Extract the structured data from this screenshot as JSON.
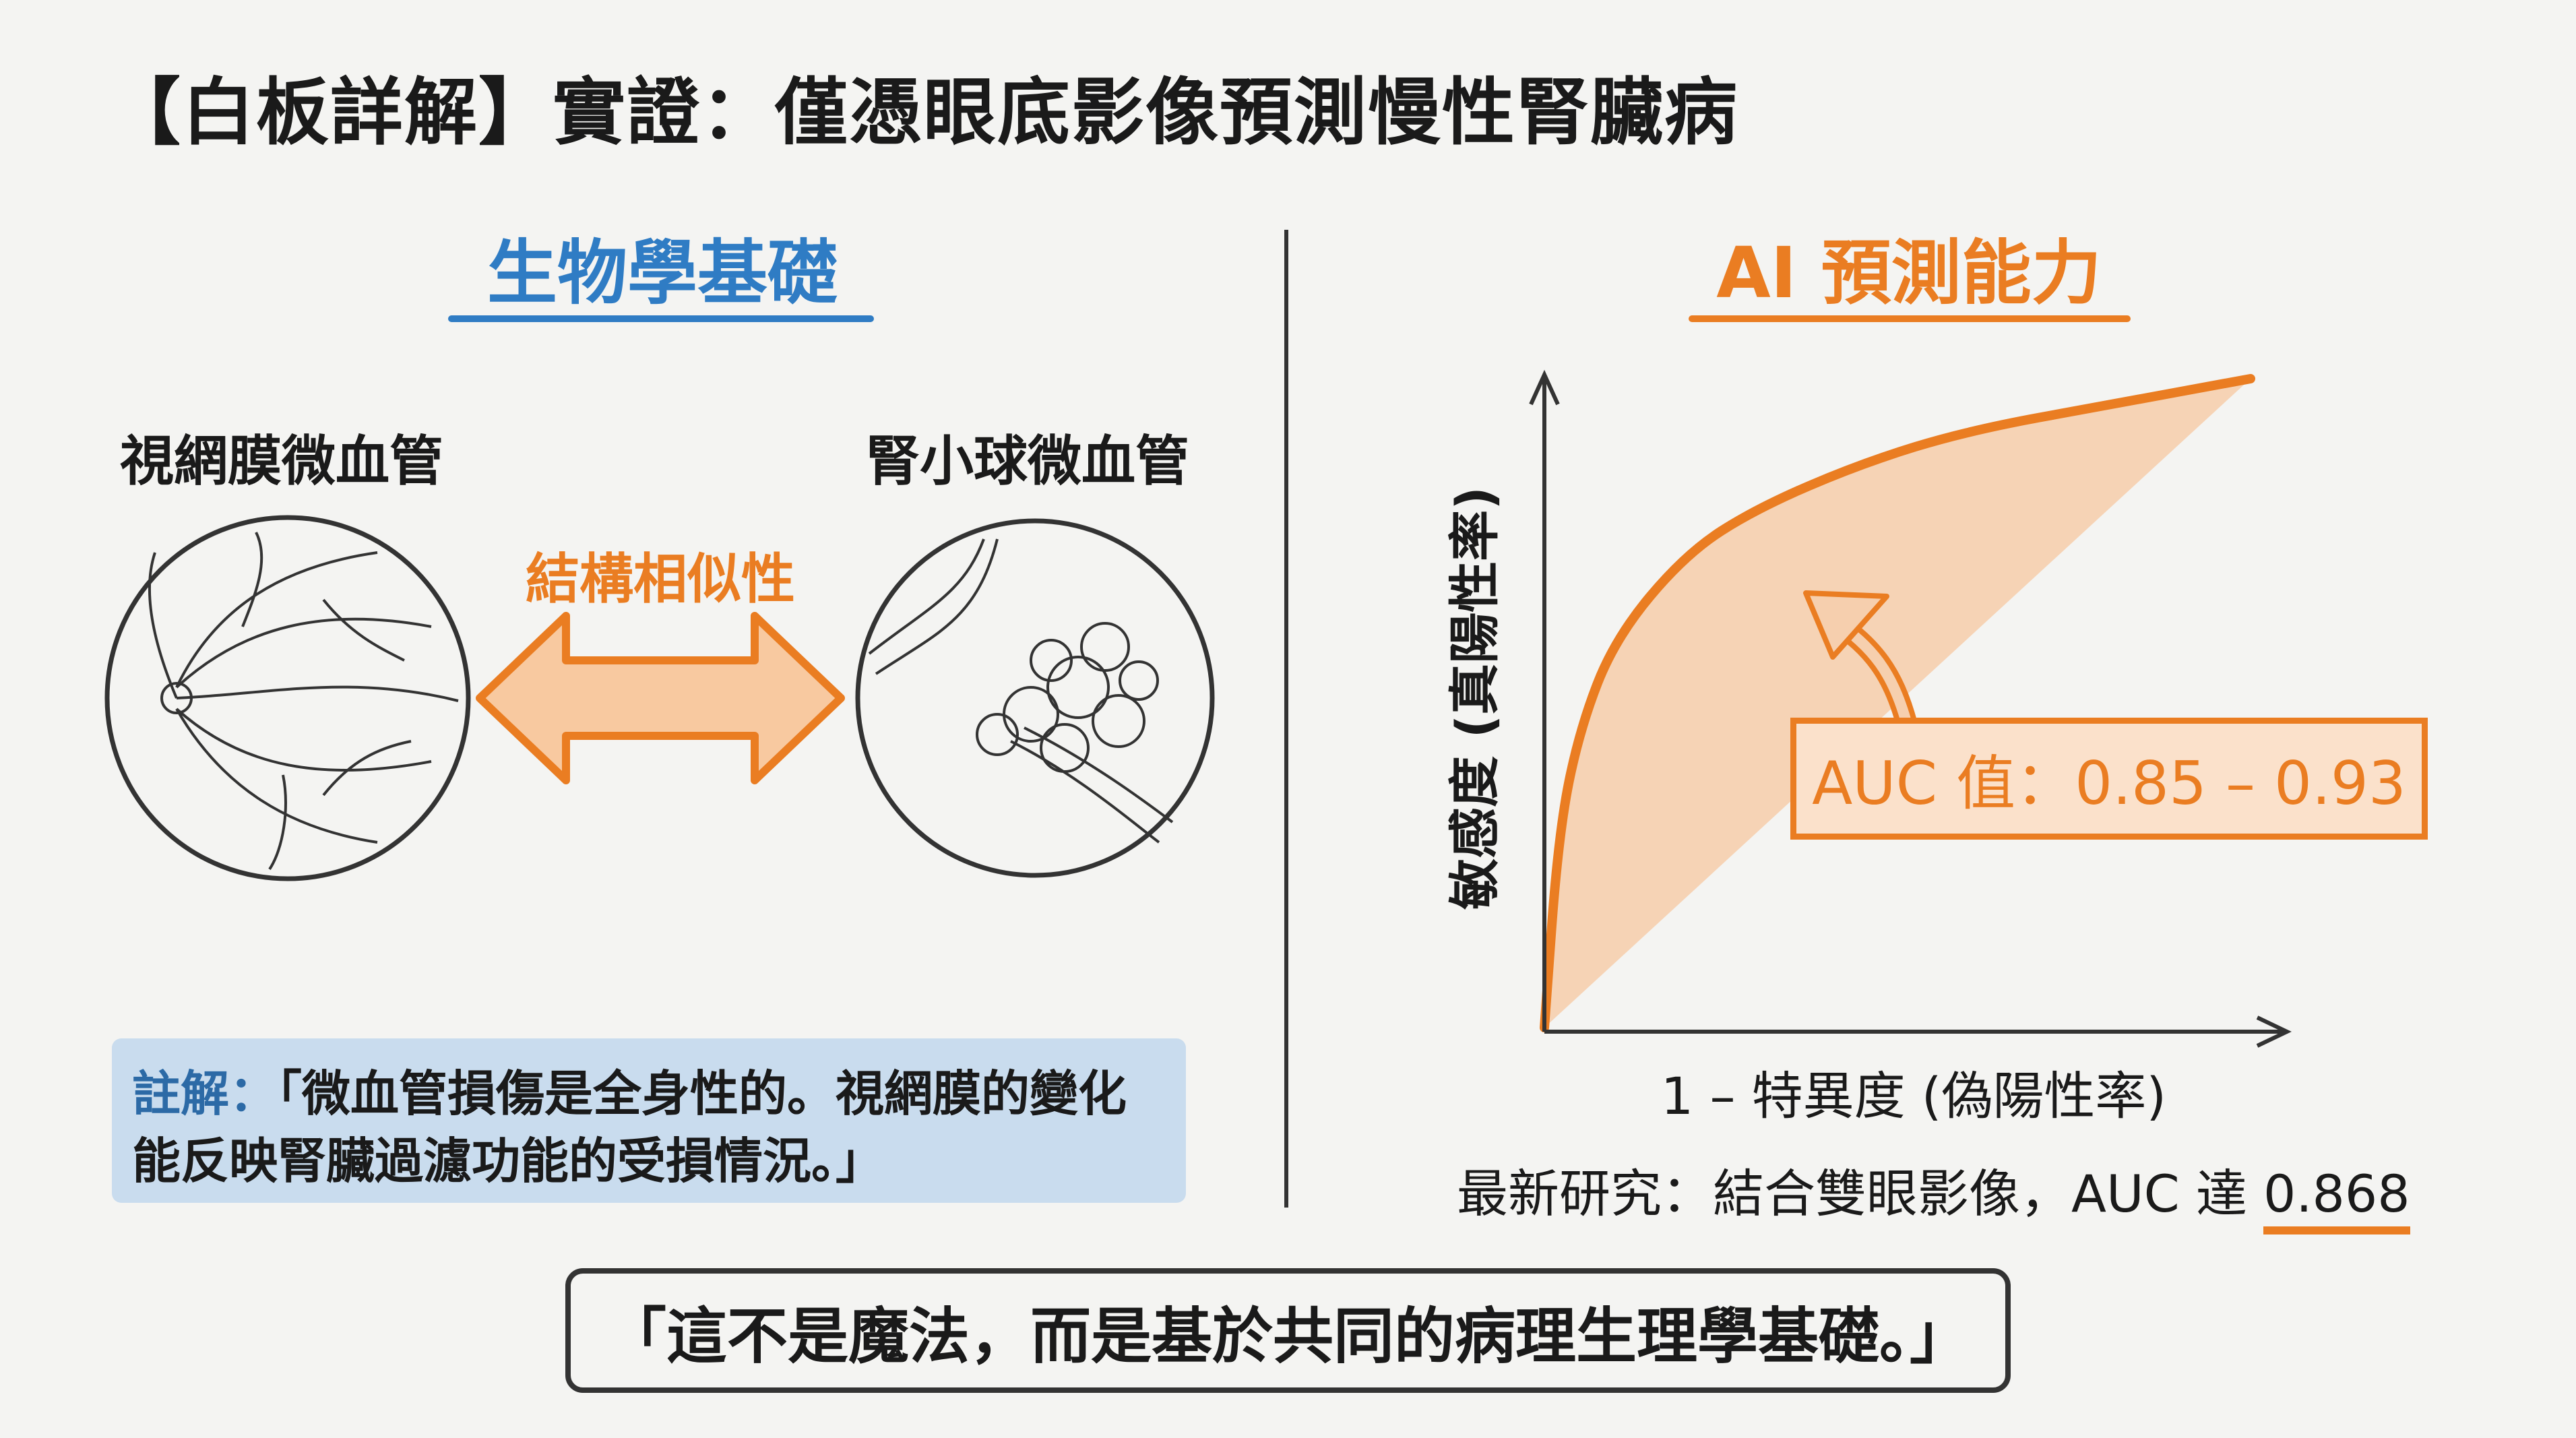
{
  "title": "【白板詳解】實證：僅憑眼底影像預測慢性腎臟病",
  "left": {
    "heading": "生物學基礎",
    "retina_label": "視網膜微血管",
    "glomerulus_label": "腎小球微血管",
    "similarity_label": "結構相似性",
    "note_key": "註解：",
    "note_text": "「微血管損傷是全身性的。視網膜的變化能反映腎臟過濾功能的受損情況。」"
  },
  "right": {
    "heading": "AI 預測能力",
    "study_text": "最新研究：結合雙眼影像，AUC 達 ",
    "study_value": "0.868"
  },
  "quote": "「這不是魔法，而是基於共同的病理生理學基礎。」",
  "colors": {
    "blue": "#2f7cc4",
    "orange": "#ea7d22",
    "note_bg": "#c9dcee"
  },
  "chart_data": {
    "type": "area",
    "title": "ROC curve",
    "xlabel": "1 – 特異度 (偽陽性率)",
    "ylabel": "敏感度 (真陽性率)",
    "xlim": [
      0,
      1
    ],
    "ylim": [
      0,
      1
    ],
    "x": [
      0,
      0.02,
      0.05,
      0.1,
      0.2,
      0.3,
      0.45,
      0.6,
      0.8,
      1.0
    ],
    "y": [
      0,
      0.3,
      0.46,
      0.6,
      0.73,
      0.8,
      0.87,
      0.92,
      0.96,
      1.0
    ],
    "annotation": "AUC 值：0.85 – 0.93",
    "grid": false
  }
}
